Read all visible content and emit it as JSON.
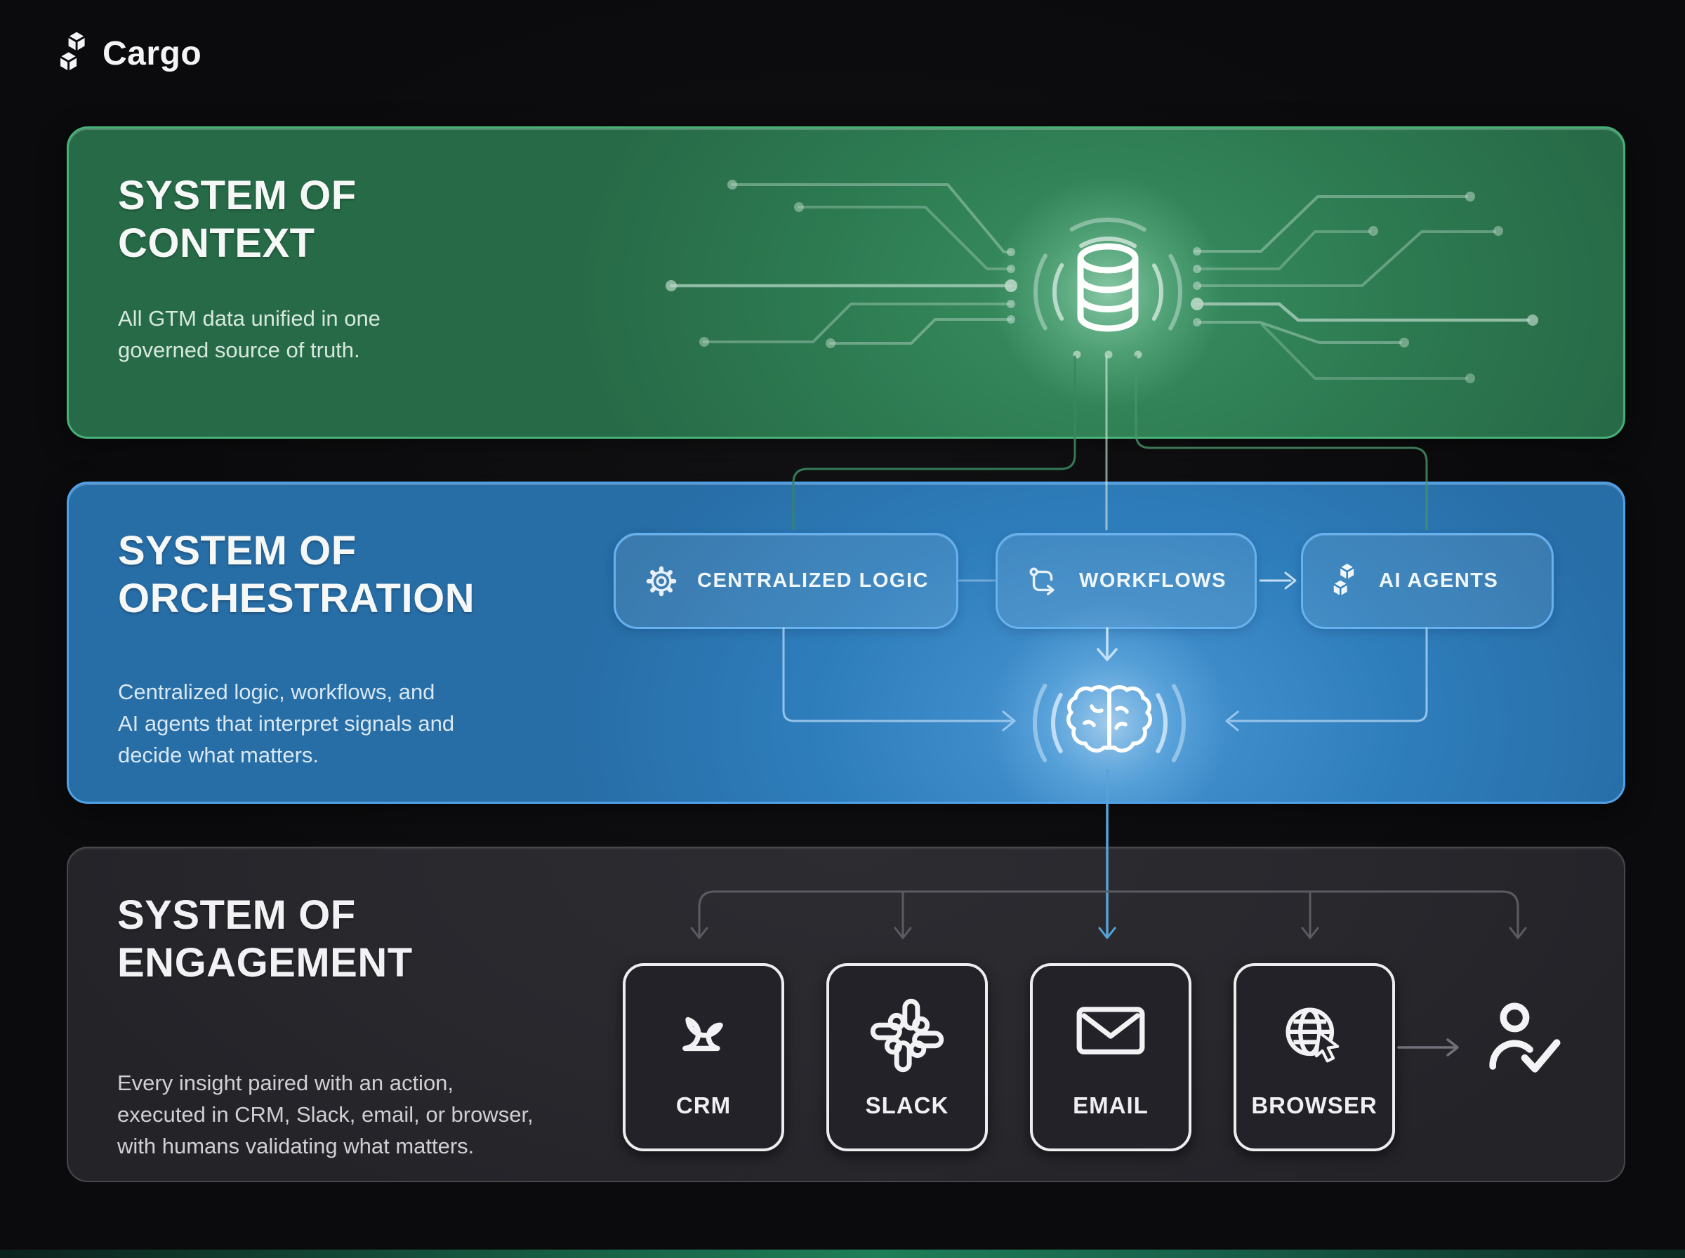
{
  "brand": {
    "name": "Cargo",
    "logo_icon": "cargo-boxes-icon"
  },
  "colors": {
    "background": "#0b0b0d",
    "context_green": "#2d7a51",
    "context_border": "#46b077",
    "orchestration_blue": "#2e7dbb",
    "orchestration_border": "#4fa1e8",
    "engagement_bg": "#28282d",
    "engagement_border": "#47474d",
    "card_border": "#ededf0",
    "connector_gray": "#5b5b63",
    "connector_blue": "#58a2da"
  },
  "context": {
    "title": "SYSTEM OF\nCONTEXT",
    "description": "All GTM data unified in one\ngoverned source of truth.",
    "icon": "database-icon"
  },
  "orchestration": {
    "title": "SYSTEM OF\nORCHESTRATION",
    "description": "Centralized logic, workflows, and\nAI agents that interpret signals and\ndecide what matters.",
    "icon": "brain-icon",
    "pills": [
      {
        "label": "CENTRALIZED LOGIC",
        "icon": "gear-icon"
      },
      {
        "label": "WORKFLOWS",
        "icon": "workflow-icon"
      },
      {
        "label": "AI AGENTS",
        "icon": "cargo-boxes-icon"
      }
    ]
  },
  "engagement": {
    "title": "SYSTEM OF\nENGAGEMENT",
    "description": "Every insight paired with an action,\nexecuted in CRM, Slack, email, or browser,\nwith humans validating what matters.",
    "cards": [
      {
        "label": "CRM",
        "icon": "cloud-icon"
      },
      {
        "label": "SLACK",
        "icon": "slack-icon"
      },
      {
        "label": "EMAIL",
        "icon": "envelope-icon"
      },
      {
        "label": "BROWSER",
        "icon": "globe-cursor-icon"
      }
    ],
    "human_icon": "user-check-icon"
  }
}
